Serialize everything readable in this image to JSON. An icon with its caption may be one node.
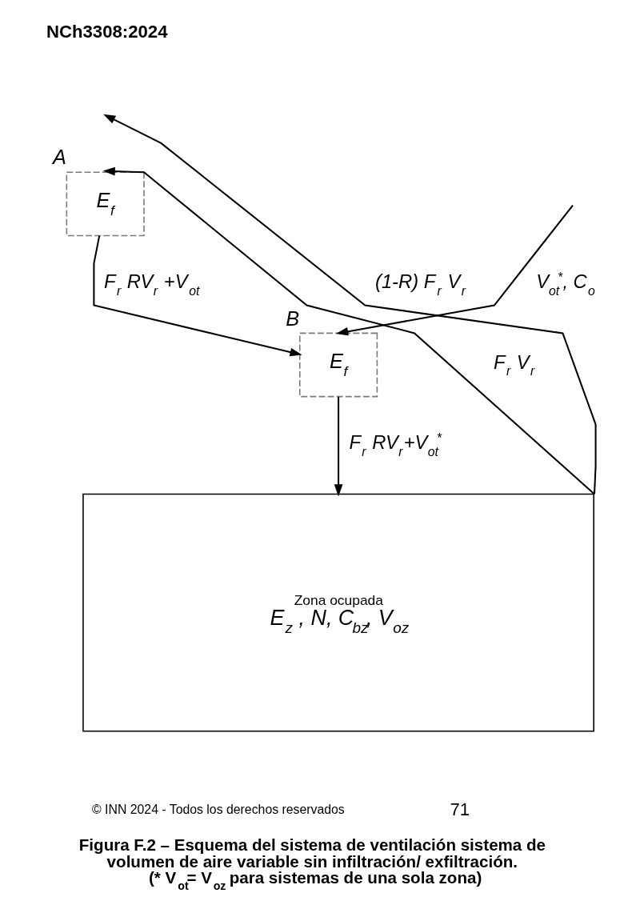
{
  "diagram": {
    "caption": "Figura F.2 – Esquema del sistema de ventilación sistema de volumen de aire variable sin infiltración/ exfiltración. (* V$_{ot}$= V$_{oz}$ para sistemas de una sola zona)",
    "nodes": [
      {
        "text": [
          "E$_{f}$"
        ],
        "beside": [
          "A"
        ]
      },
      {
        "text": [
          "E$_{f}$"
        ],
        "beside": [
          "B"
        ]
      },
      {
        "text": [
          "Zona ocupada",
          "E$_{z}$ , N, C$_{bz}$, V$_{oz}$"
        ]
      }
    ],
    "edges": [
      {
        "from": 2,
        "to": null,
        "arrow": "to",
        "label": "(1-R) F$_{r}$ V$_{r}$"
      },
      {
        "from": 2,
        "to": 0,
        "arrow": "to",
        "label": "F$_{r}$ V$_{r}$"
      },
      {
        "from": 0,
        "to": 1,
        "arrow": "to",
        "label": "F$_{r}$ RV$_{r}$ +V$_{ot}$"
      },
      {
        "from": null,
        "to": 1,
        "arrow": "to",
        "label": "V$_{ot}$$^{*}$, C$_{o}$"
      },
      {
        "from": 1,
        "to": 2,
        "arrow": "to",
        "label": "F$_{r}$ RV$_{r}$+V$_{ot}$$^{*}$"
      }
    ],
    "labels": [
      "NCh3308:2024",
      "© INN 2024 - Todos los derechos reservados",
      "71"
    ]
  }
}
